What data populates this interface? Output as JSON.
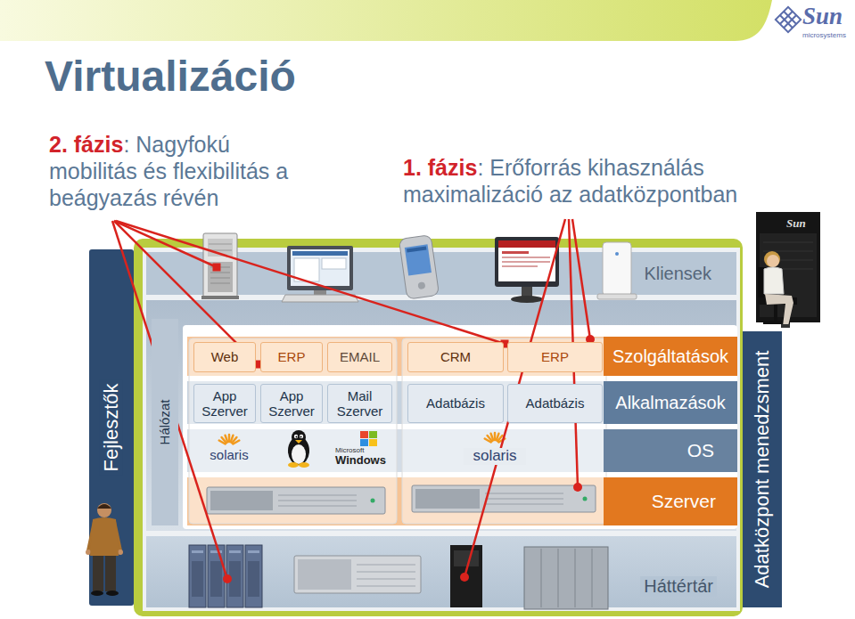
{
  "diagram": {
    "title": "Virtualizáció",
    "nodes": [
      {
        "text": [
          "Kliensek"
        ]
      },
      {
        "text": [
          "Fejlesztők"
        ]
      },
      {
        "text": [
          "Hálózat"
        ]
      },
      {
        "text": [
          "Web"
        ]
      },
      {
        "text": [
          "ERP"
        ]
      },
      {
        "text": [
          "EMAIL"
        ]
      },
      {
        "text": [
          "CRM"
        ]
      },
      {
        "text": [
          "ERP"
        ]
      },
      {
        "text": [
          "Szolgáltatások"
        ]
      },
      {
        "text": [
          "App Szerver"
        ]
      },
      {
        "text": [
          "App Szerver"
        ]
      },
      {
        "text": [
          "Mail Szerver"
        ]
      },
      {
        "text": [
          "Adatbázis"
        ]
      },
      {
        "text": [
          "Adatbázis"
        ]
      },
      {
        "text": [
          "Alkalmazások"
        ]
      },
      {
        "text": [
          "OS"
        ]
      },
      {
        "text": [
          "Szerver"
        ]
      },
      {
        "text": [
          "Háttértár"
        ]
      },
      {
        "text": [
          "Adatközpont menedzsment"
        ]
      }
    ],
    "labels": [
      "2. fázis",
      ": Nagyfokú mobilitás és flexibilitás a beágyazás révén",
      "1. fázis",
      ": Erőforrás kihasználás maximalizáció az adatközpontban",
      "Sun",
      "microsystems",
      "Sun",
      "solaris",
      "Microsoft",
      "Windows",
      "solaris"
    ]
  }
}
